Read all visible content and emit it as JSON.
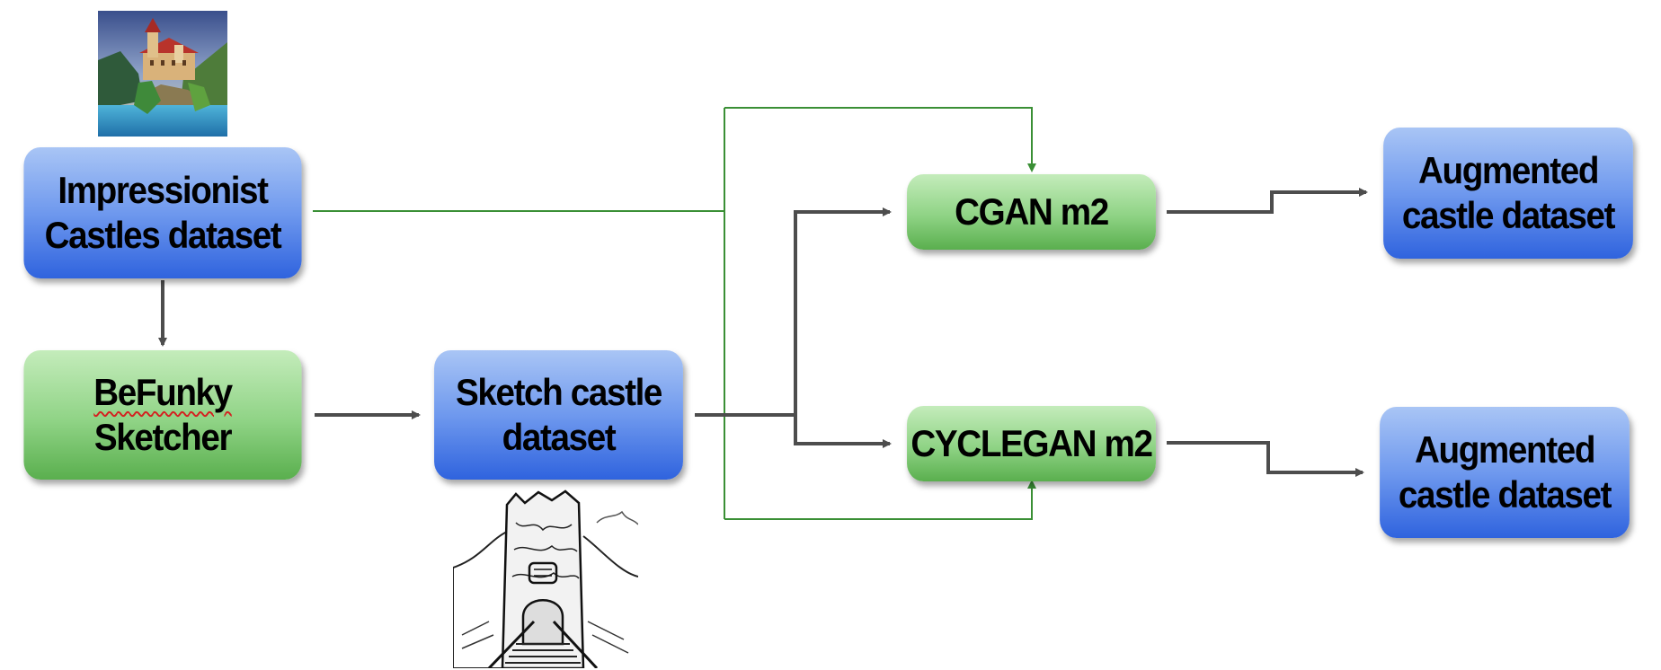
{
  "nodes": {
    "impressionist": {
      "lines": [
        "Impressionist",
        "Castles dataset"
      ]
    },
    "befunky": {
      "line1": "BeFunky",
      "line2": "Sketcher"
    },
    "sketch": {
      "lines": [
        "Sketch castle",
        "dataset"
      ]
    },
    "cgan": {
      "label": "CGAN m2"
    },
    "cyclegan": {
      "label": "CYCLEGAN m2"
    },
    "augmented_top": {
      "lines": [
        "Augmented",
        "castle dataset"
      ]
    },
    "augmented_bottom": {
      "lines": [
        "Augmented",
        "castle dataset"
      ]
    }
  },
  "colors": {
    "blue_box": "#4f80e8",
    "green_box": "#7cc970",
    "dark_arrow": "#4d4d4d",
    "green_arrow": "#3a8f35"
  },
  "images": {
    "painting": "impressionist-castle-painting",
    "sketch": "sketched-castle-image"
  }
}
